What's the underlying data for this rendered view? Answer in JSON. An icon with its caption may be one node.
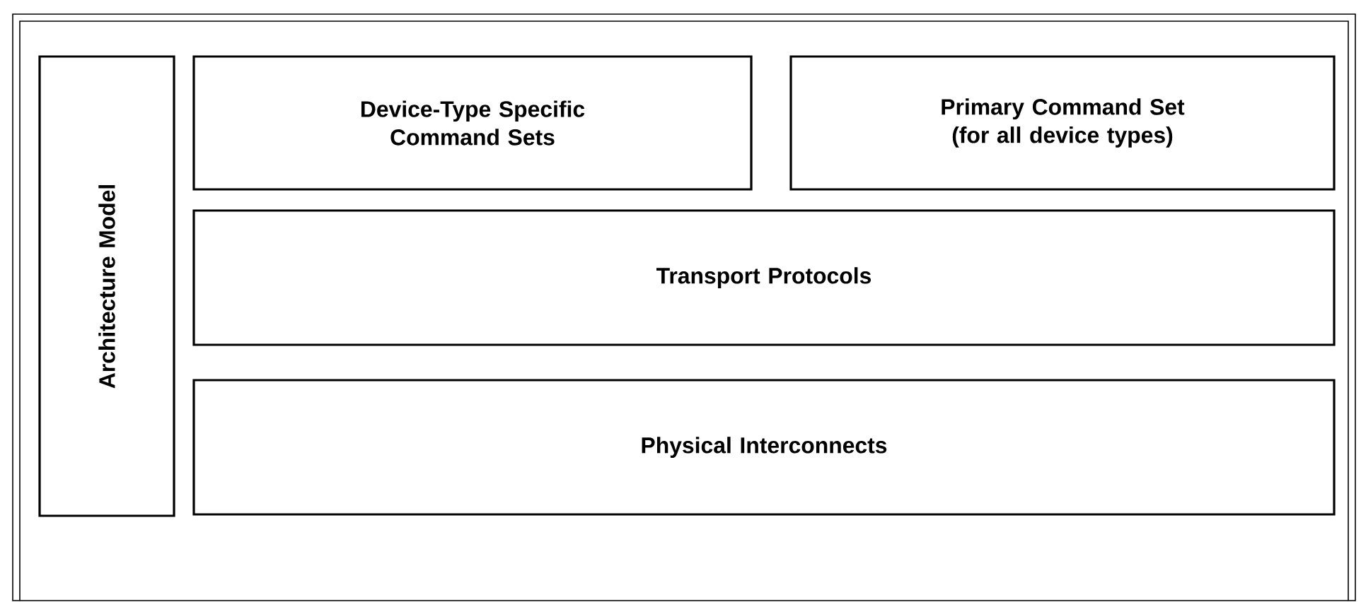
{
  "diagram": {
    "nodes": [
      {
        "text": [
          "Architecture Model"
        ]
      },
      {
        "text": [
          "Device-Type Specific Command Sets"
        ]
      },
      {
        "text": [
          "Primary Command Set (for all device types)"
        ]
      },
      {
        "text": [
          "Transport Protocols"
        ]
      },
      {
        "text": [
          "Physical Interconnects"
        ]
      }
    ]
  }
}
